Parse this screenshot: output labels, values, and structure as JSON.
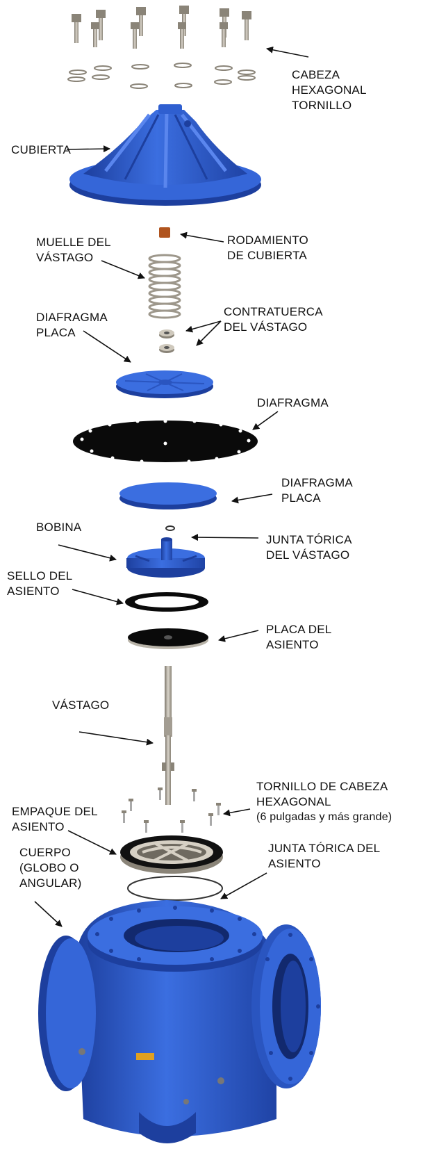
{
  "labels": {
    "hex_bolt": [
      "CABEZA",
      "HEXAGONAL",
      "TORNILLO"
    ],
    "cover": [
      "CUBIERTA"
    ],
    "cover_bearing": [
      "RODAMIENTO",
      "DE CUBIERTA"
    ],
    "stem_spring": [
      "MUELLE DEL",
      "VÁSTAGO"
    ],
    "stem_locknut": [
      "CONTRATUERCA",
      "DEL VÁSTAGO"
    ],
    "diaphragm_plate_upper": [
      "DIAFRAGMA",
      "PLACA"
    ],
    "diaphragm": [
      "DIAFRAGMA"
    ],
    "diaphragm_plate_lower": [
      "DIAFRAGMA",
      "PLACA"
    ],
    "spool": [
      "BOBINA"
    ],
    "stem_oring": [
      "JUNTA TÓRICA",
      "DEL VÁSTAGO"
    ],
    "seat_seal": [
      "SELLO DEL",
      "ASIENTO"
    ],
    "seat_plate": [
      "PLACA DEL",
      "ASIENTO"
    ],
    "stem": [
      "VÁSTAGO"
    ],
    "hex_screw": [
      "TORNILLO DE CABEZA",
      "HEXAGONAL",
      "(6 pulgadas y más grande)"
    ],
    "seat_gasket": [
      "EMPAQUE DEL",
      "ASIENTO"
    ],
    "body": [
      "CUERPO",
      "(GLOBO O",
      "ANGULAR)"
    ],
    "seat_oring": [
      "JUNTA TÓRICA DEL",
      "ASIENTO"
    ]
  },
  "colors": {
    "valve_blue": "#2f5fd0",
    "valve_blue_dark": "#1d3f9e",
    "valve_blue_light": "#5a86ee",
    "steel": "#b8b3a8",
    "steel_dark": "#7d776c",
    "rubber": "#111111",
    "bearing": "#b0541e",
    "arrow": "#111111"
  }
}
